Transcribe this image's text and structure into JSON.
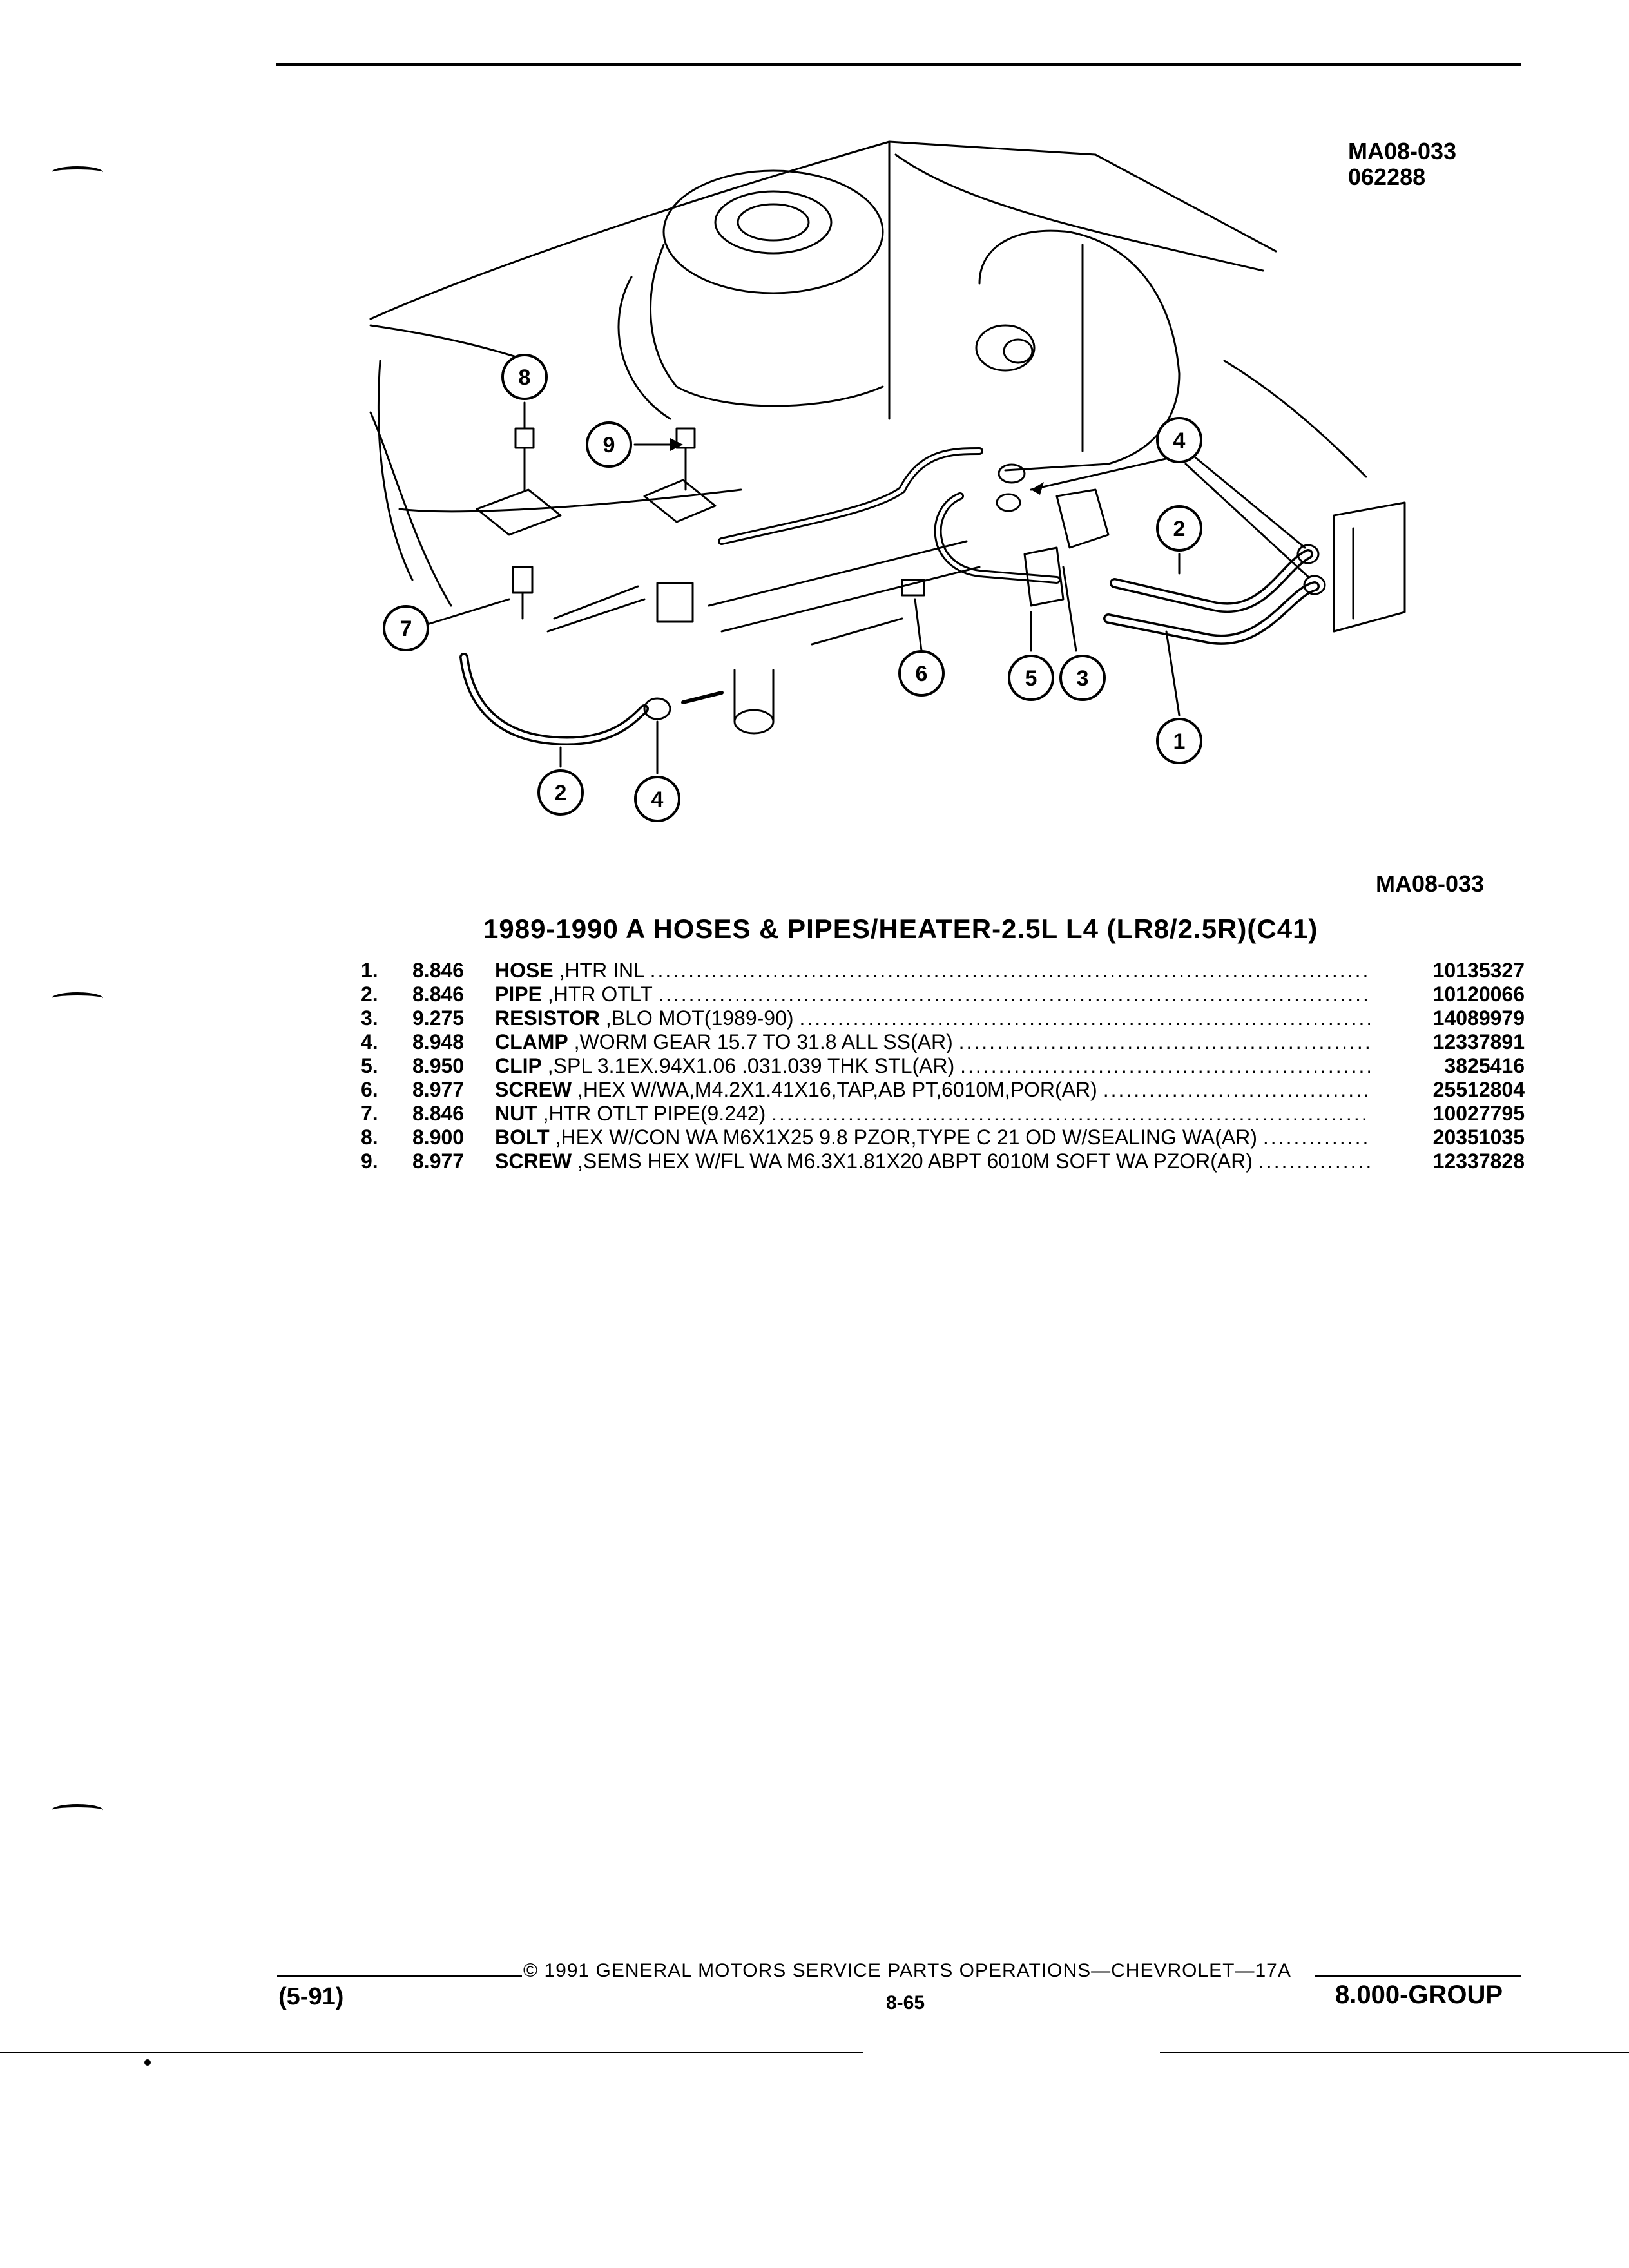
{
  "diagram": {
    "id_top": "MA08-033",
    "date_code": "062288",
    "id_bottom": "MA08-033",
    "callouts": [
      "1",
      "2",
      "3",
      "4",
      "5",
      "6",
      "7",
      "8",
      "9"
    ]
  },
  "section_title": "1989-1990 A HOSES & PIPES/HEATER-2.5L L4 (LR8/2.5R)(C41)",
  "parts": [
    {
      "index": "1.",
      "group": "8.846",
      "name": "HOSE",
      "desc": ",HTR INL",
      "part_number": "10135327"
    },
    {
      "index": "2.",
      "group": "8.846",
      "name": "PIPE",
      "desc": ",HTR OTLT",
      "part_number": "10120066"
    },
    {
      "index": "3.",
      "group": "9.275",
      "name": "RESISTOR",
      "desc": ",BLO MOT(1989-90)",
      "part_number": "14089979"
    },
    {
      "index": "4.",
      "group": "8.948",
      "name": "CLAMP",
      "desc": ",WORM GEAR 15.7 TO 31.8 ALL SS(AR)",
      "part_number": "12337891"
    },
    {
      "index": "5.",
      "group": "8.950",
      "name": "CLIP",
      "desc": ",SPL 3.1EX.94X1.06 .031.039 THK STL(AR)",
      "part_number": "3825416"
    },
    {
      "index": "6.",
      "group": "8.977",
      "name": "SCREW",
      "desc": ",HEX W/WA,M4.2X1.41X16,TAP,AB PT,6010M,POR(AR)",
      "part_number": "25512804"
    },
    {
      "index": "7.",
      "group": "8.846",
      "name": "NUT",
      "desc": ",HTR OTLT PIPE(9.242)",
      "part_number": "10027795"
    },
    {
      "index": "8.",
      "group": "8.900",
      "name": "BOLT",
      "desc": ",HEX W/CON WA M6X1X25 9.8 PZOR,TYPE C 21 OD W/SEALING WA(AR)",
      "part_number": "20351035"
    },
    {
      "index": "9.",
      "group": "8.977",
      "name": "SCREW",
      "desc": ",SEMS HEX W/FL WA M6.3X1.81X20 ABPT 6010M SOFT WA PZOR(AR)",
      "part_number": "12337828"
    }
  ],
  "footer": {
    "copyright": "© 1991 GENERAL MOTORS SERVICE PARTS OPERATIONS—CHEVROLET—17A",
    "revision": "(5-91)",
    "page": "8-65",
    "group": "8.000-GROUP"
  }
}
